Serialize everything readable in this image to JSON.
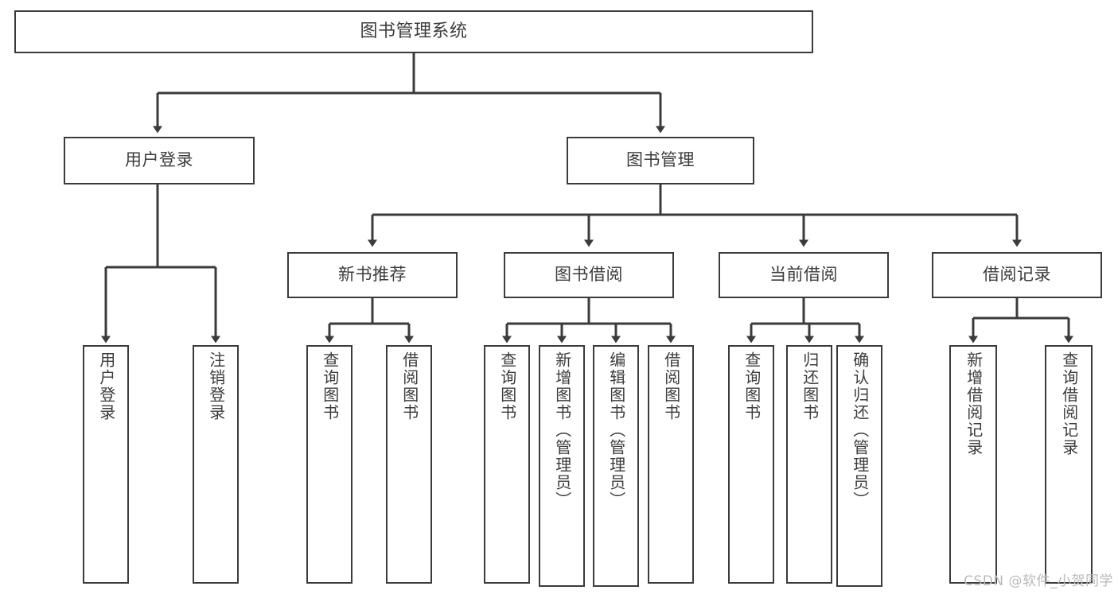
{
  "diagram": {
    "title": "图书管理系统",
    "type": "tree-structure-chart",
    "root": {
      "id": "root",
      "label": "图书管理系统"
    },
    "level1": [
      {
        "id": "user-login",
        "label": "用户登录"
      },
      {
        "id": "book-manage",
        "label": "图书管理"
      }
    ],
    "level2": [
      {
        "id": "new-book-recommend",
        "label": "新书推荐",
        "parent": "book-manage"
      },
      {
        "id": "book-borrow",
        "label": "图书借阅",
        "parent": "book-manage"
      },
      {
        "id": "current-borrow",
        "label": "当前借阅",
        "parent": "book-manage"
      },
      {
        "id": "borrow-record",
        "label": "借阅记录",
        "parent": "book-manage"
      }
    ],
    "leaves": {
      "user-login": [
        {
          "id": "leaf-user-login",
          "label": "用户登录"
        },
        {
          "id": "leaf-user-logout",
          "label": "注销登录"
        }
      ],
      "new-book-recommend": [
        {
          "id": "leaf-query-book-1",
          "label": "查询图书"
        },
        {
          "id": "leaf-borrow-book-1",
          "label": "借阅图书"
        }
      ],
      "book-borrow": [
        {
          "id": "leaf-query-book-2",
          "label": "查询图书"
        },
        {
          "id": "leaf-add-book",
          "label": "新增图书（管理员）"
        },
        {
          "id": "leaf-edit-book",
          "label": "编辑图书（管理员）"
        },
        {
          "id": "leaf-borrow-book-2",
          "label": "借阅图书"
        }
      ],
      "current-borrow": [
        {
          "id": "leaf-query-book-3",
          "label": "查询图书"
        },
        {
          "id": "leaf-return-book",
          "label": "归还图书"
        },
        {
          "id": "leaf-confirm-return",
          "label": "确认归还（管理员）"
        }
      ],
      "borrow-record": [
        {
          "id": "leaf-add-record",
          "label": "新增借阅记录"
        },
        {
          "id": "leaf-query-record",
          "label": "查询借阅记录"
        }
      ]
    }
  },
  "watermark": {
    "text": "CSDN @软件_小贺同学"
  },
  "colors": {
    "stroke": "#3b3b3b",
    "text": "#3c3c3c",
    "background": "#ffffff",
    "watermark": "#b9b9b9"
  }
}
